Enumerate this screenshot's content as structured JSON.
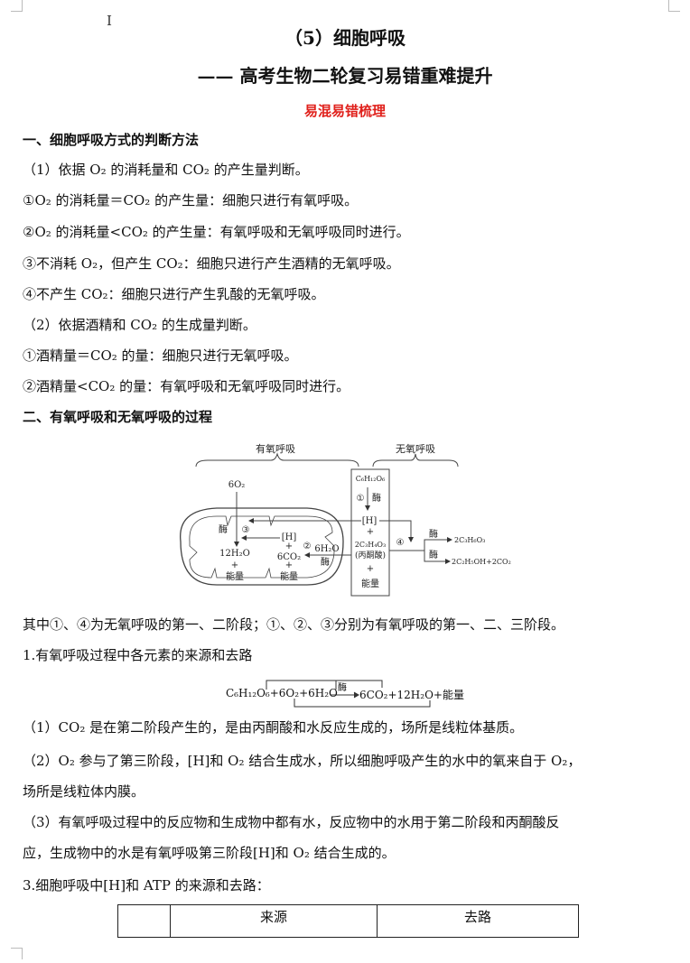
{
  "title": "（5）细胞呼吸",
  "subtitle": "—— 高考生物二轮复习易错重难提升",
  "section_red": "易混易错梳理",
  "h1": "一、细胞呼吸方式的判断方法",
  "p1": "（1）依据 O₂ 的消耗量和 CO₂ 的产生量判断。",
  "p2": "①O₂ 的消耗量＝CO₂ 的产生量：细胞只进行有氧呼吸。",
  "p3": "②O₂ 的消耗量<CO₂ 的产生量：有氧呼吸和无氧呼吸同时进行。",
  "p4": "③不消耗 O₂，但产生 CO₂：细胞只进行产生酒精的无氧呼吸。",
  "p5": "④不产生 CO₂：细胞只进行产生乳酸的无氧呼吸。",
  "p6": "（2）依据酒精和 CO₂ 的生成量判断。",
  "p7": "①酒精量＝CO₂ 的量：细胞只进行无氧呼吸。",
  "p8": "②酒精量<CO₂ 的量：有氧呼吸和无氧呼吸同时进行。",
  "h2": "二、有氧呼吸和无氧呼吸的过程",
  "diagram": {
    "aerobic": "有氧呼吸",
    "anaerobic": "无氧呼吸",
    "o2": "6O₂",
    "glucose": "C₆H₁₂O₆",
    "s1": "①",
    "enzyme": "酶",
    "h": "[H]",
    "plus": "+",
    "pyruvate": "2C₃H₄O₃",
    "pyruvate_name": "(丙酮酸)",
    "energy": "能量",
    "s3": "③",
    "s2": "②",
    "water_in": "6H₂O",
    "water_out": "12H₂O",
    "co2": "6CO₂",
    "s4": "④",
    "lactate": "2C₃H₆O₃",
    "ethanol": "2C₂H₅OH+2CO₂"
  },
  "p9": "其中①、④为无氧呼吸的第一、二阶段；①、②、③分别为有氧呼吸的第一、二、三阶段。",
  "p10": "1.有氧呼吸过程中各元素的来源和去路",
  "equation": {
    "left": "C₆H₁₂O₆+6O₂+6H₂O",
    "enzyme": "酶",
    "right": "6CO₂+12H₂O+能量"
  },
  "p11": "（1）CO₂ 是在第二阶段产生的，是由丙酮酸和水反应生成的，场所是线粒体基质。",
  "p12": "（2）O₂ 参与了第三阶段，[H]和 O₂ 结合生成水，所以细胞呼吸产生的水中的氧来自于 O₂，",
  "p12b": "场所是线粒体内膜。",
  "p13": "（3）有氧呼吸过程中的反应物和生成物中都有水，反应物中的水用于第二阶段和丙酮酸反",
  "p13b": "应，生成物中的水是有氧呼吸第三阶段[H]和 O₂ 结合生成的。",
  "p14": "3.细胞呼吸中[H]和 ATP 的来源和去路：",
  "table": {
    "headers": [
      "",
      "来源",
      "去路"
    ]
  }
}
